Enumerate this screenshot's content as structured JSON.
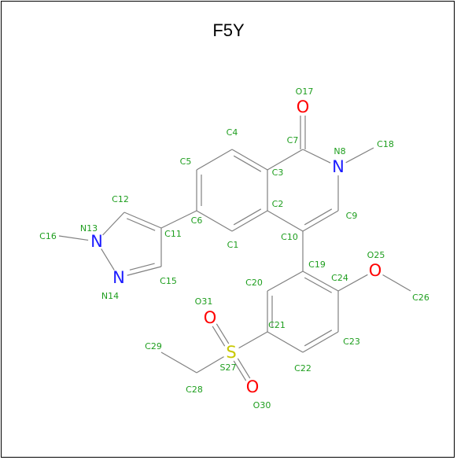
{
  "title": "F5Y",
  "colors": {
    "label": "#1e9e1e",
    "bond": "#808080",
    "nitrogen": "#1c1cff",
    "oxygen": "#ff0000",
    "sulfur": "#c8c800"
  },
  "heteroatoms": [
    {
      "id": "N8",
      "symbol": "N",
      "element": "nitrogen"
    },
    {
      "id": "N13",
      "symbol": "N",
      "element": "nitrogen"
    },
    {
      "id": "N14",
      "symbol": "N",
      "element": "nitrogen"
    },
    {
      "id": "O17",
      "symbol": "O",
      "element": "oxygen"
    },
    {
      "id": "O25",
      "symbol": "O",
      "element": "oxygen"
    },
    {
      "id": "O30",
      "symbol": "O",
      "element": "oxygen"
    },
    {
      "id": "O31",
      "symbol": "O",
      "element": "oxygen"
    },
    {
      "id": "S27",
      "symbol": "S",
      "element": "sulfur"
    }
  ],
  "atom_labels": [
    "C1",
    "C2",
    "C3",
    "C4",
    "C5",
    "C6",
    "C7",
    "N8",
    "C9",
    "C10",
    "C11",
    "C12",
    "N13",
    "N14",
    "C15",
    "C16",
    "O17",
    "C18",
    "C19",
    "C20",
    "C21",
    "C22",
    "C23",
    "C24",
    "O25",
    "C26",
    "S27",
    "C28",
    "C29",
    "O30",
    "O31"
  ],
  "bonds": [
    {
      "a": "C3",
      "b": "C4",
      "order": 2
    },
    {
      "a": "C4",
      "b": "C5",
      "order": 1
    },
    {
      "a": "C5",
      "b": "C6",
      "order": 2
    },
    {
      "a": "C6",
      "b": "C1",
      "order": 1
    },
    {
      "a": "C1",
      "b": "C2",
      "order": 2
    },
    {
      "a": "C2",
      "b": "C3",
      "order": 1
    },
    {
      "a": "C3",
      "b": "C7",
      "order": 1
    },
    {
      "a": "C7",
      "b": "O17",
      "order": 2
    },
    {
      "a": "C7",
      "b": "N8",
      "order": 1
    },
    {
      "a": "N8",
      "b": "C18",
      "order": 1
    },
    {
      "a": "N8",
      "b": "C9",
      "order": 1
    },
    {
      "a": "C9",
      "b": "C10",
      "order": 2
    },
    {
      "a": "C10",
      "b": "C2",
      "order": 1
    },
    {
      "a": "C6",
      "b": "C11",
      "order": 1
    },
    {
      "a": "C11",
      "b": "C12",
      "order": 2
    },
    {
      "a": "C12",
      "b": "N13",
      "order": 1
    },
    {
      "a": "N13",
      "b": "N14",
      "order": 1
    },
    {
      "a": "N14",
      "b": "C15",
      "order": 2
    },
    {
      "a": "C15",
      "b": "C11",
      "order": 1
    },
    {
      "a": "N13",
      "b": "C16",
      "order": 1
    },
    {
      "a": "C10",
      "b": "C19",
      "order": 1
    },
    {
      "a": "C19",
      "b": "C24",
      "order": 2
    },
    {
      "a": "C24",
      "b": "C23",
      "order": 1
    },
    {
      "a": "C23",
      "b": "C22",
      "order": 2
    },
    {
      "a": "C22",
      "b": "C21",
      "order": 1
    },
    {
      "a": "C21",
      "b": "C20",
      "order": 2
    },
    {
      "a": "C20",
      "b": "C19",
      "order": 1
    },
    {
      "a": "C24",
      "b": "O25",
      "order": 1
    },
    {
      "a": "O25",
      "b": "C26",
      "order": 1
    },
    {
      "a": "C21",
      "b": "S27",
      "order": 1
    },
    {
      "a": "S27",
      "b": "O31",
      "order": 2
    },
    {
      "a": "S27",
      "b": "O30",
      "order": 2
    },
    {
      "a": "S27",
      "b": "C28",
      "order": 1
    },
    {
      "a": "C28",
      "b": "C29",
      "order": 1
    }
  ]
}
